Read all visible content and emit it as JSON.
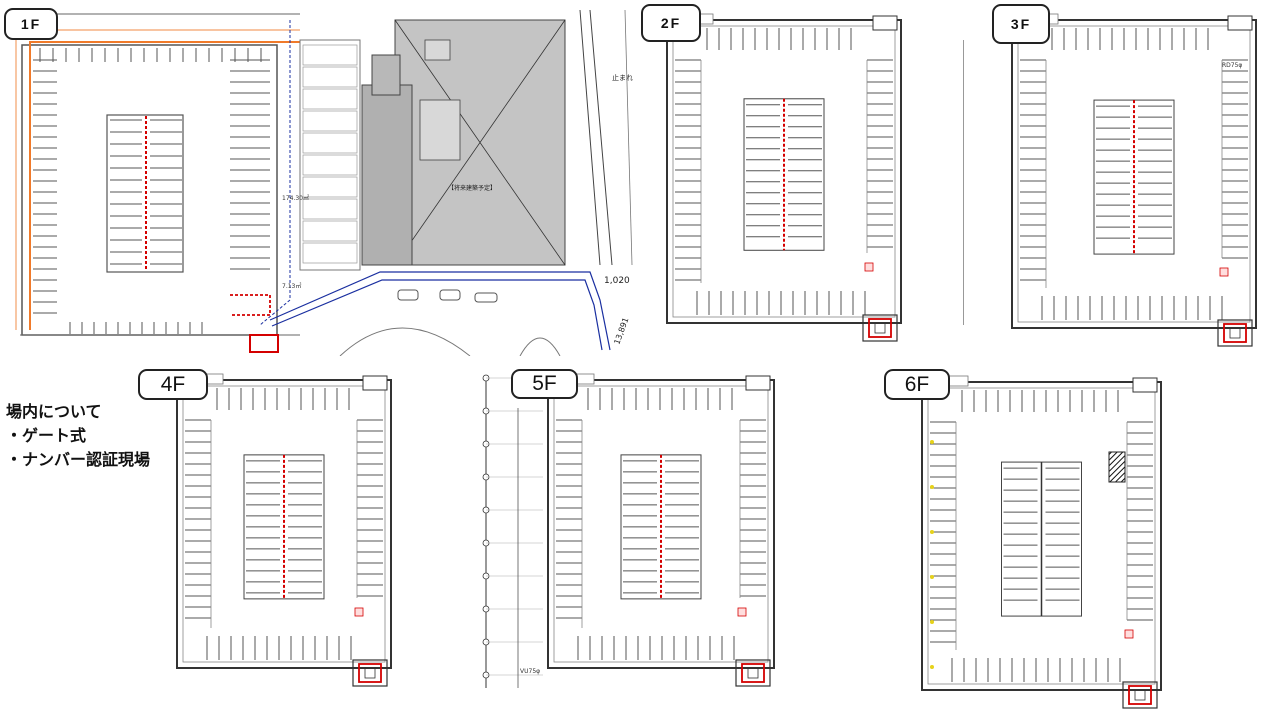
{
  "floors": {
    "f1": {
      "label": "1F"
    },
    "f2": {
      "label": "2F"
    },
    "f3": {
      "label": "3F"
    },
    "f4": {
      "label": "4F"
    },
    "f5": {
      "label": "5F"
    },
    "f6": {
      "label": "6F"
    }
  },
  "notes": {
    "heading": "場内について",
    "items": [
      "・ゲート式",
      "・ナンバー認証現場"
    ]
  },
  "annotations": {
    "f1_future_building": "【将来建築予定】",
    "f1_area": "174.30㎡",
    "f1_small_area": "7.13㎡",
    "f1_stop": "止まれ",
    "f1_dim": "1,020",
    "f1_dim2": "13,891",
    "f3_pipe": "RD75φ",
    "f5_pipe": "VU75φ"
  },
  "colors": {
    "line": "#555555",
    "route_red": "#d40000",
    "route_orange": "#f07a2a",
    "route_blue": "#1a2fa0",
    "building_fill": "#c4c4c4"
  }
}
